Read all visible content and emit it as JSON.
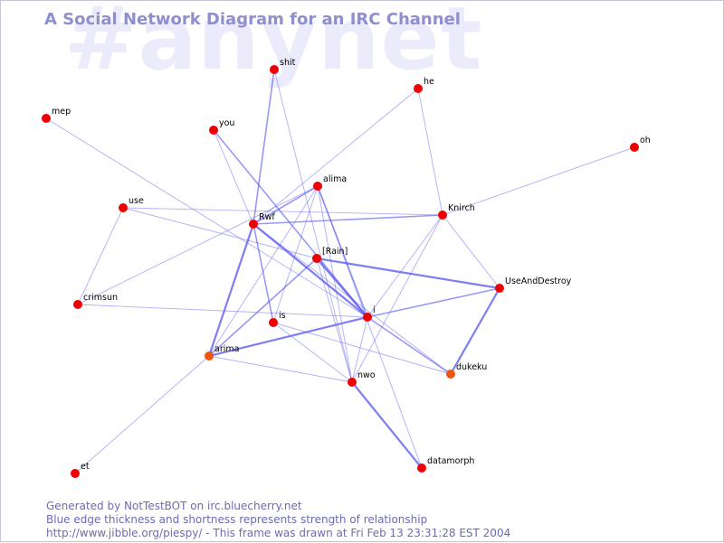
{
  "watermark": "#anynet",
  "title": "A Social Network Diagram for an IRC Channel",
  "footer": {
    "line1": "Generated by NotTestBOT on irc.bluecherry.net",
    "line2": "Blue edge thickness and shortness represents strength of relationship",
    "line3": "http://www.jibble.org/piespy/ - This frame was drawn at Fri Feb 13 23:31:28 EST 2004"
  },
  "colors": {
    "node": "#ee0000",
    "node_active": "#ee5511",
    "edge": "#5555ee",
    "title": "#8f8fcf",
    "watermark": "#ebebfb"
  },
  "graph": {
    "nodes": [
      {
        "id": "shit",
        "label": "shit"
      },
      {
        "id": "he",
        "label": "he"
      },
      {
        "id": "mep",
        "label": "mep"
      },
      {
        "id": "you",
        "label": "you"
      },
      {
        "id": "oh",
        "label": "oh"
      },
      {
        "id": "alima",
        "label": "alima"
      },
      {
        "id": "use",
        "label": "use"
      },
      {
        "id": "rwf",
        "label": "Rwf"
      },
      {
        "id": "knirch",
        "label": "Knirch"
      },
      {
        "id": "rain",
        "label": "[Rain]"
      },
      {
        "id": "useanddestroy",
        "label": "UseAndDestroy"
      },
      {
        "id": "crimsun",
        "label": "crimsun"
      },
      {
        "id": "i",
        "label": "i"
      },
      {
        "id": "is",
        "label": "is"
      },
      {
        "id": "arima",
        "label": "arima",
        "active": true
      },
      {
        "id": "dukeku",
        "label": "dukeku",
        "active": true
      },
      {
        "id": "nwo",
        "label": "nwo"
      },
      {
        "id": "datamorph",
        "label": "datamorph"
      },
      {
        "id": "et",
        "label": "et"
      }
    ],
    "edges": [
      {
        "from": "rwf",
        "to": "shit",
        "weight": 2
      },
      {
        "from": "shit",
        "to": "nwo",
        "weight": 1
      },
      {
        "from": "you",
        "to": "rwf",
        "weight": 1
      },
      {
        "from": "you",
        "to": "i",
        "weight": 2
      },
      {
        "from": "mep",
        "to": "i",
        "weight": 1
      },
      {
        "from": "he",
        "to": "rwf",
        "weight": 1
      },
      {
        "from": "he",
        "to": "knirch",
        "weight": 1
      },
      {
        "from": "oh",
        "to": "knirch",
        "weight": 1
      },
      {
        "from": "rwf",
        "to": "knirch",
        "weight": 2
      },
      {
        "from": "rwf",
        "to": "alima",
        "weight": 2
      },
      {
        "from": "rwf",
        "to": "is",
        "weight": 2
      },
      {
        "from": "rwf",
        "to": "arima",
        "weight": 3
      },
      {
        "from": "rwf",
        "to": "dukeku",
        "weight": 1
      },
      {
        "from": "rwf",
        "to": "i",
        "weight": 3
      },
      {
        "from": "use",
        "to": "knirch",
        "weight": 1
      },
      {
        "from": "use",
        "to": "rain",
        "weight": 1
      },
      {
        "from": "use",
        "to": "crimsun",
        "weight": 1
      },
      {
        "from": "crimsun",
        "to": "i",
        "weight": 1
      },
      {
        "from": "crimsun",
        "to": "alima",
        "weight": 1
      },
      {
        "from": "alima",
        "to": "is",
        "weight": 1
      },
      {
        "from": "alima",
        "to": "i",
        "weight": 2
      },
      {
        "from": "alima",
        "to": "nwo",
        "weight": 1
      },
      {
        "from": "alima",
        "to": "datamorph",
        "weight": 1
      },
      {
        "from": "alima",
        "to": "arima",
        "weight": 1
      },
      {
        "from": "rain",
        "to": "i",
        "weight": 3
      },
      {
        "from": "rain",
        "to": "useanddestroy",
        "weight": 3
      },
      {
        "from": "rain",
        "to": "arima",
        "weight": 2
      },
      {
        "from": "rain",
        "to": "nwo",
        "weight": 1
      },
      {
        "from": "knirch",
        "to": "i",
        "weight": 1
      },
      {
        "from": "knirch",
        "to": "nwo",
        "weight": 1
      },
      {
        "from": "knirch",
        "to": "useanddestroy",
        "weight": 1
      },
      {
        "from": "useanddestroy",
        "to": "i",
        "weight": 2
      },
      {
        "from": "useanddestroy",
        "to": "dukeku",
        "weight": 3
      },
      {
        "from": "i",
        "to": "arima",
        "weight": 3
      },
      {
        "from": "i",
        "to": "dukeku",
        "weight": 2
      },
      {
        "from": "i",
        "to": "nwo",
        "weight": 1
      },
      {
        "from": "is",
        "to": "nwo",
        "weight": 1
      },
      {
        "from": "is",
        "to": "dukeku",
        "weight": 1
      },
      {
        "from": "arima",
        "to": "nwo",
        "weight": 1
      },
      {
        "from": "arima",
        "to": "et",
        "weight": 1
      },
      {
        "from": "nwo",
        "to": "datamorph",
        "weight": 3
      }
    ]
  }
}
